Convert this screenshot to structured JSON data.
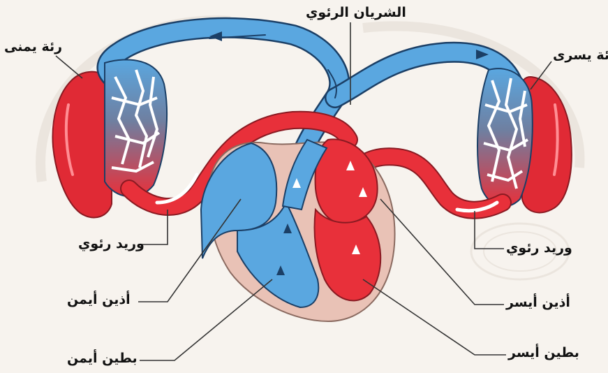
{
  "labels": {
    "pulmonary_artery": "الشريان الرئوي",
    "right_lung": "رئة يمنى",
    "left_lung": "رئة يسرى",
    "pulmonary_vein_left": "وريد رئوي",
    "pulmonary_vein_right": "وريد رئوي",
    "right_atrium": "أذين أيمن",
    "left_atrium": "أذين أيسر",
    "right_ventricle": "بطين أيمن",
    "left_ventricle": "بطين أيسر"
  },
  "colors": {
    "background": "#f7f3ee",
    "oxygenated": "#e8303a",
    "deoxygenated": "#5aa7e0",
    "lung": "#e02a35",
    "heart_wall": "#e9c2b6",
    "outline": "#1b3f66",
    "leader_line": "#333333"
  }
}
